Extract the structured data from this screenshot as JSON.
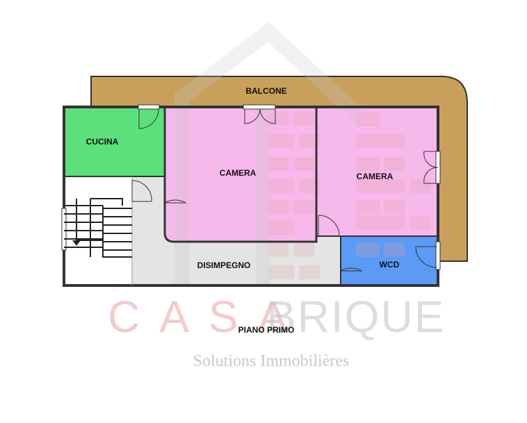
{
  "plan": {
    "title": "PIANO PRIMO",
    "rooms": {
      "balcone": "BALCONE",
      "cucina": "CUCINA",
      "camera_1": "CAMERA",
      "camera_2": "CAMERA",
      "disimpegno": "DISIMPEGNO",
      "wcd": "WCD"
    }
  },
  "watermark": {
    "brand_part1": "CASA",
    "brand_part2": "BRIQUE",
    "tagline": "Solutions Immobilières"
  },
  "colors": {
    "balcone": "#c9a05b",
    "cucina": "#5ce07a",
    "camera": "#f7b8ec",
    "wcd": "#5b9bf5",
    "disimpegno": "#e4e4e4",
    "walls": "#333333",
    "watermark_red": "#e6a3a3",
    "watermark_grey": "#c8c8c8"
  }
}
